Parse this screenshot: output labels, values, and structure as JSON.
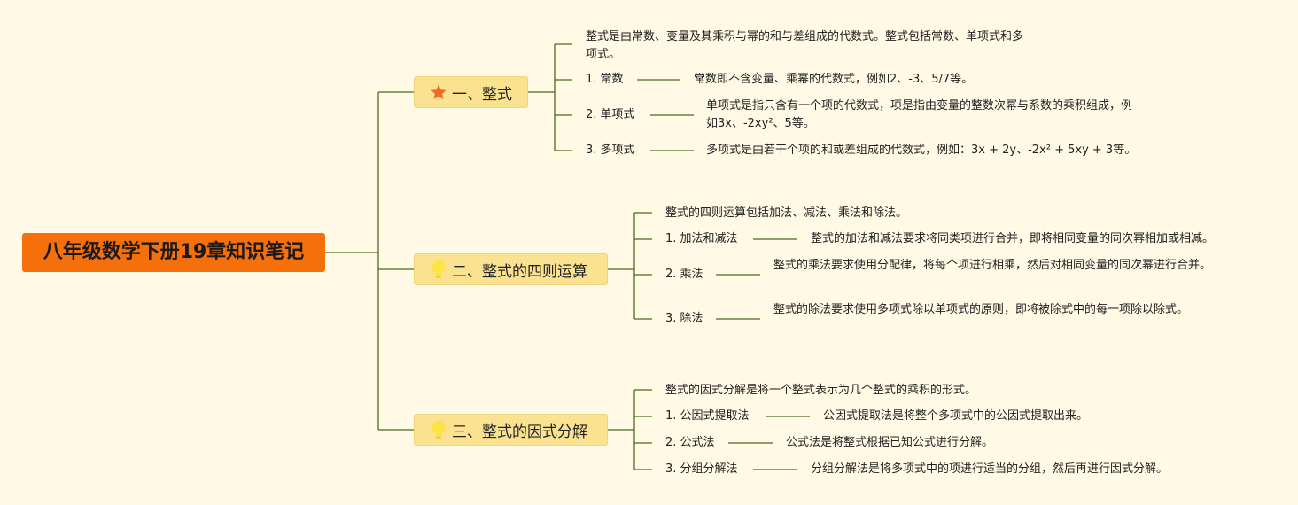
{
  "root": {
    "title": "八年级数学下册19章知识笔记"
  },
  "topics": [
    {
      "label": "一、整式",
      "icon": "star-icon",
      "intro": "整式是由常数、变量及其乘积与幂的和与差组成的代数式。整式包括常数、单项式和多项式。",
      "items": [
        {
          "label": "1. 常数",
          "desc": "常数即不含变量、乘幂的代数式，例如2、-3、5/7等。"
        },
        {
          "label": "2. 单项式",
          "desc": "单项式是指只含有一个项的代数式，项是指由变量的整数次幂与系数的乘积组成，例如3x、-2xy²、5等。"
        },
        {
          "label": "3. 多项式",
          "desc": "多项式是由若干个项的和或差组成的代数式，例如：3x + 2y、-2x² + 5xy + 3等。"
        }
      ]
    },
    {
      "label": "二、整式的四则运算",
      "icon": "lightbulb-icon",
      "intro": "整式的四则运算包括加法、减法、乘法和除法。",
      "items": [
        {
          "label": "1. 加法和减法",
          "desc": "整式的加法和减法要求将同类项进行合并，即将相同变量的同次幂相加或相减。"
        },
        {
          "label": "2. 乘法",
          "desc": "整式的乘法要求使用分配律，将每个项进行相乘，然后对相同变量的同次幂进行合并。"
        },
        {
          "label": "3. 除法",
          "desc": "整式的除法要求使用多项式除以单项式的原则，即将被除式中的每一项除以除式。"
        }
      ]
    },
    {
      "label": "三、整式的因式分解",
      "icon": "lightbulb-icon",
      "intro": "整式的因式分解是将一个整式表示为几个整式的乘积的形式。",
      "items": [
        {
          "label": "1. 公因式提取法",
          "desc": "公因式提取法是将整个多项式中的公因式提取出来。"
        },
        {
          "label": "2. 公式法",
          "desc": "公式法是将整式根据已知公式进行分解。"
        },
        {
          "label": "3. 分组分解法",
          "desc": "分组分解法是将多项式中的项进行适当的分组，然后再进行因式分解。"
        }
      ]
    }
  ],
  "colors": {
    "background": "#fff9e5",
    "root": "#f5700a",
    "topic": "#fbe290",
    "line": "#4a6b1e",
    "star": "#ee6a26",
    "bulb": "#fde445"
  }
}
